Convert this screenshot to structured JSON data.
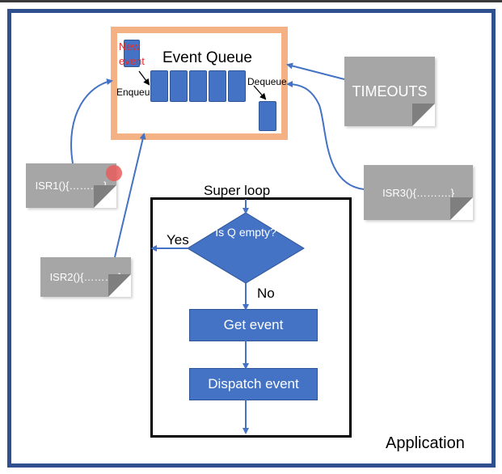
{
  "queue": {
    "title": "Event Queue",
    "new_event": "New event",
    "enqueue": "Enqueue",
    "dequeue": "Dequeue"
  },
  "notes": {
    "isr1": "ISR1(){……….}",
    "isr2": "ISR2(){……….}",
    "isr3": "ISR3(){……….}",
    "timeouts": "TIMEOUTS"
  },
  "flowchart": {
    "loop_label": "Super loop",
    "decision": "Is Q empty?",
    "yes": "Yes",
    "no": "No",
    "step1": "Get event",
    "step2": "Dispatch event"
  },
  "application_label": "Application",
  "colors": {
    "frame": "#2f4f8f",
    "queue_border": "#f4b183",
    "box_fill": "#4472c4",
    "note_fill": "#a6a6a6",
    "arrow": "#4472c4",
    "new_event_text": "#e03030"
  }
}
